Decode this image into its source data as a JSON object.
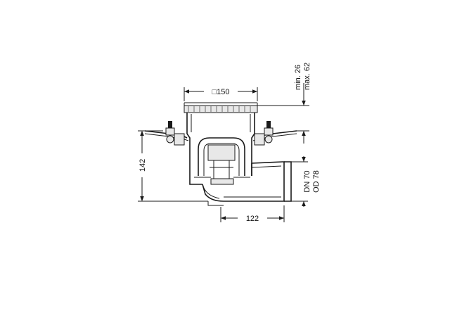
{
  "dimensions": {
    "width_label": "□150",
    "height_label": "142",
    "outlet_label": "122",
    "min_label": "min. 26",
    "max_label": "max. 62",
    "dn_label": "DN 70",
    "od_label": "OD 78"
  },
  "colors": {
    "line": "#1a1a1a",
    "background": "#ffffff"
  }
}
